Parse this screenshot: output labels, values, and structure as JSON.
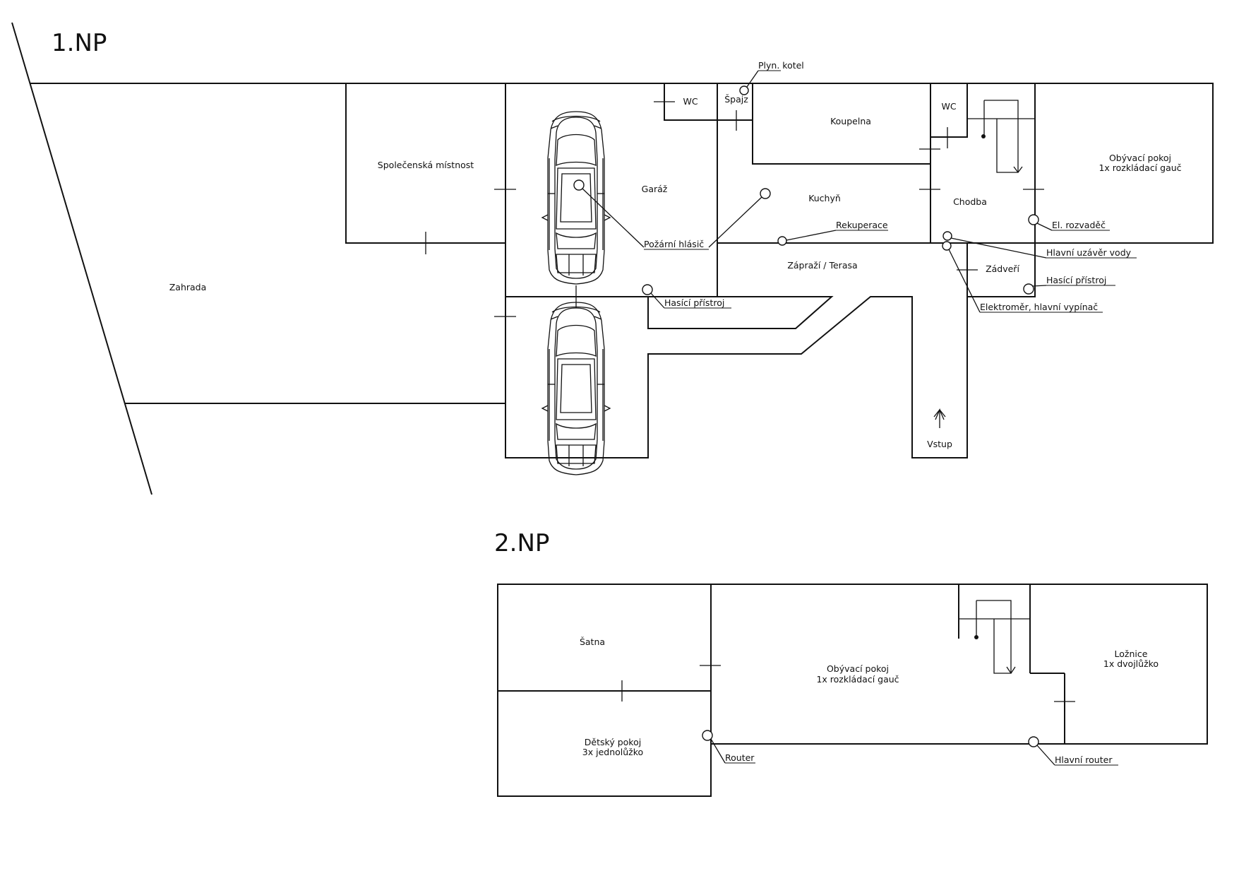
{
  "floors": [
    {
      "title": "1.NP",
      "rooms": {
        "zahrada": "Zahrada",
        "spolecenska": "Společenská místnost",
        "garaz": "Garáž",
        "wc1": "WC",
        "spajz": "Špajz",
        "koupelna": "Koupelna",
        "wc2": "WC",
        "kuchyn": "Kuchyň",
        "chodba": "Chodba",
        "obyvaci_line1": "Obývací pokoj",
        "obyvaci_line2": "1x rozkládací gauč",
        "zaprazi": "Zápraží / Terasa",
        "zadveri": "Zádveří",
        "vstup": "Vstup"
      },
      "markers": {
        "plyn_kotel": "Plyn. kotel",
        "pozarni_hlasic": "Požární hlásič",
        "rekuperace": "Rekuperace",
        "hasici_pristroj_1": "Hasící přístroj",
        "el_rozvadec": "El. rozvaděč",
        "hlavni_uzaver_vody": "Hlavní uzávěr vody",
        "hasici_pristroj_2": "Hasící přístroj",
        "elektromer": "Elektroměr, hlavní vypínač"
      }
    },
    {
      "title": "2.NP",
      "rooms": {
        "satna": "Šatna",
        "detsky_line1": "Dětský pokoj",
        "detsky_line2": "3x jednolůžko",
        "obyvaci_line1": "Obývací pokoj",
        "obyvaci_line2": "1x rozkládací gauč",
        "loznice_line1": "Ložnice",
        "loznice_line2": "1x dvojlůžko"
      },
      "markers": {
        "router": "Router",
        "hlavni_router": "Hlavní router"
      }
    }
  ]
}
